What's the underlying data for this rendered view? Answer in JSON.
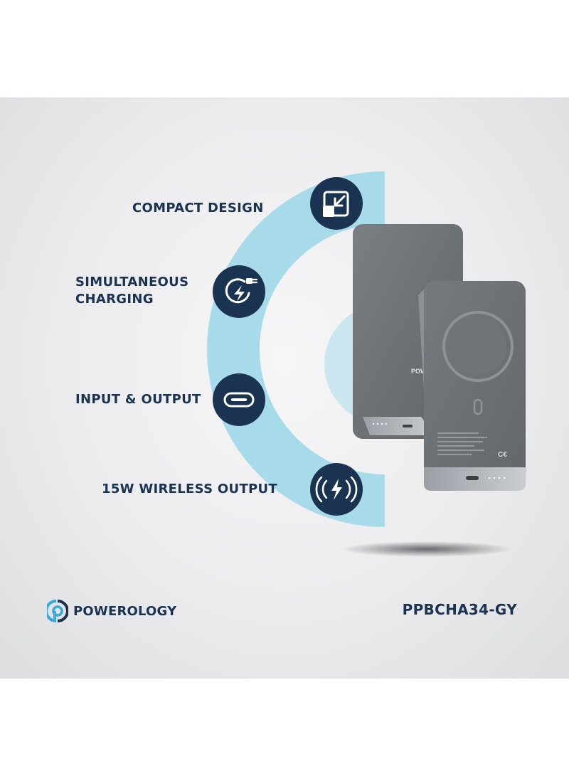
{
  "features": [
    {
      "label": "COMPACT DESIGN",
      "icon": "compact-arrow-icon"
    },
    {
      "label": "SIMULTANEOUS\nCHARGING",
      "icon": "plug-charging-icon"
    },
    {
      "label": "INPUT & OUTPUT",
      "icon": "usb-port-icon"
    },
    {
      "label": "15W WIRELESS OUTPUT",
      "icon": "wireless-charging-icon"
    }
  ],
  "brand": {
    "name": "POWEROLOGY"
  },
  "model": {
    "code": "PPBCHA34-GY"
  },
  "product": {
    "front_text": "POWEROLOGY"
  },
  "colors": {
    "navy": "#1a3350",
    "light_blue": "#a8dbe9",
    "device_grey": "#6c7176",
    "background": "#ececee"
  }
}
